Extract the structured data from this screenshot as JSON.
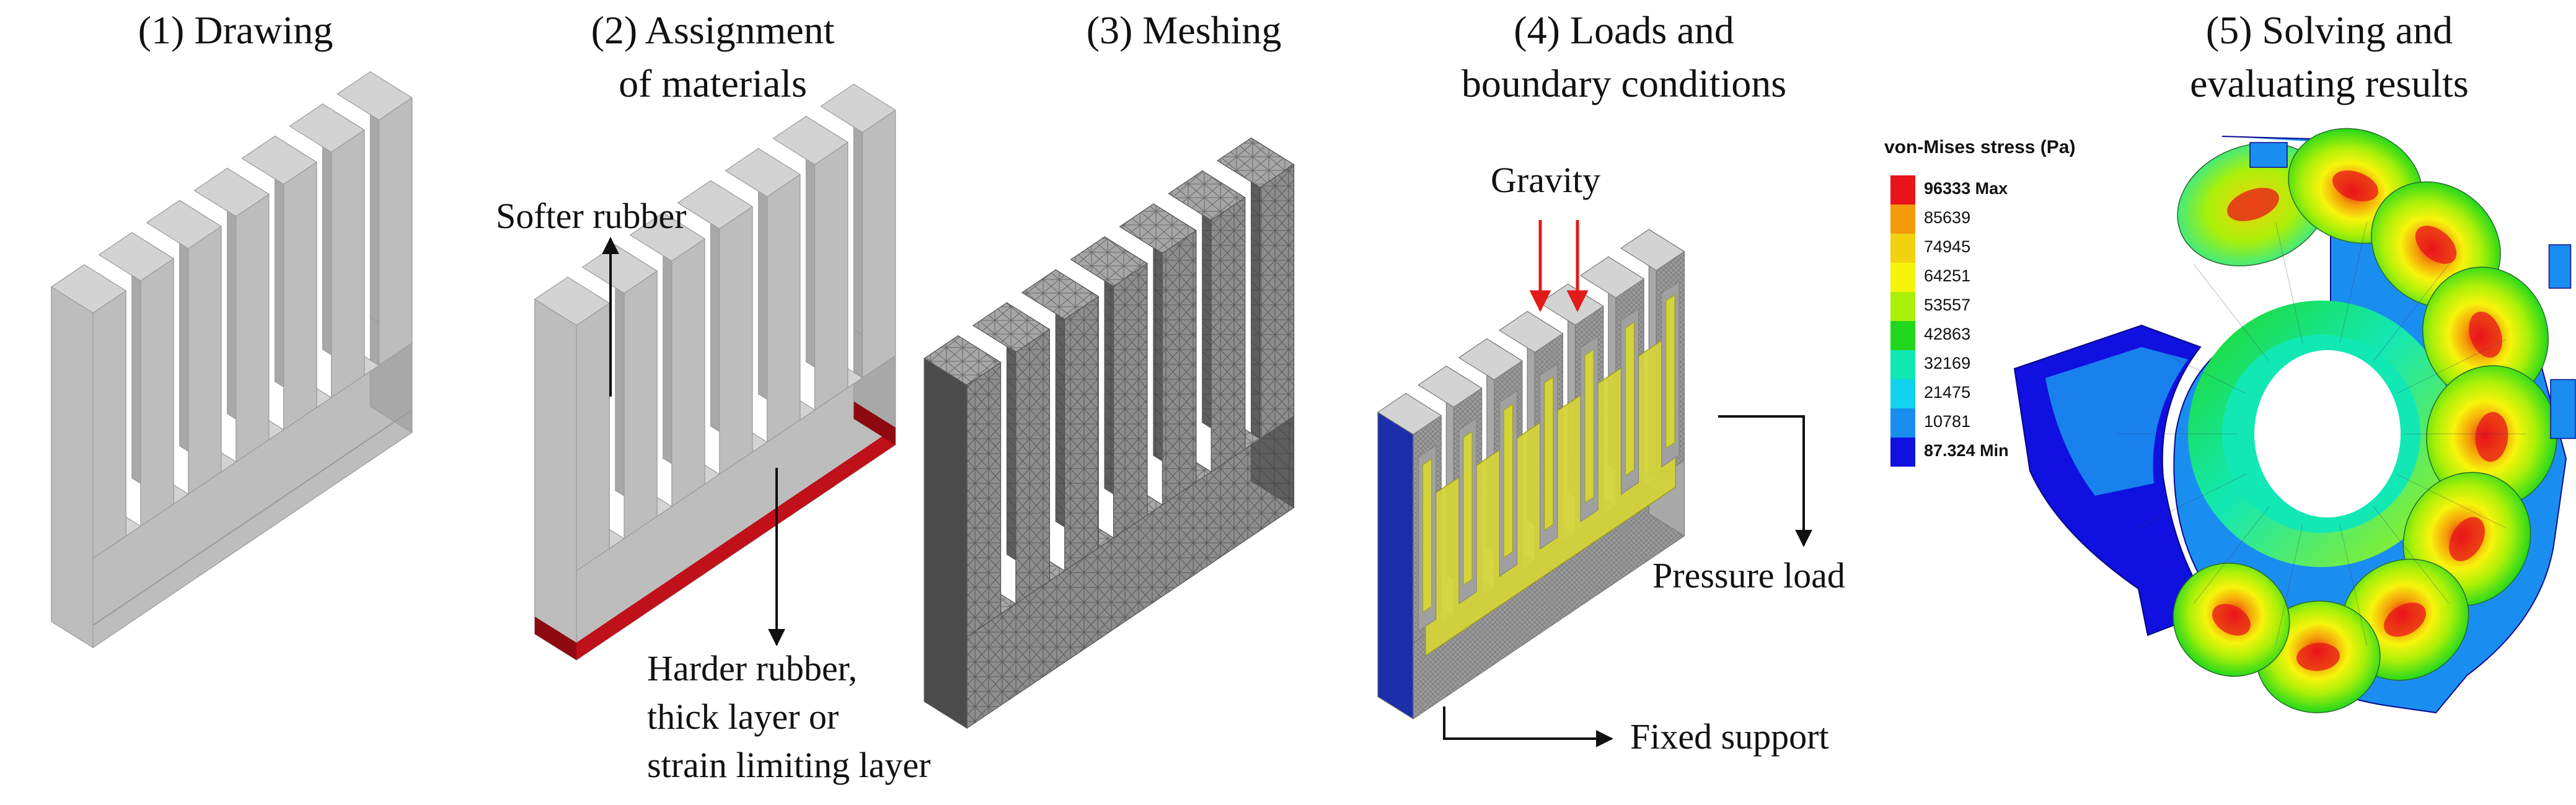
{
  "panels": [
    {
      "title_lines": [
        "(1) Drawing"
      ]
    },
    {
      "title_lines": [
        "(2) Assignment",
        "of materials"
      ]
    },
    {
      "title_lines": [
        "(3) Meshing"
      ]
    },
    {
      "title_lines": [
        "(4) Loads and",
        "boundary conditions"
      ]
    },
    {
      "title_lines": [
        "(5) Solving and",
        "evaluating results"
      ]
    }
  ],
  "labels": {
    "softer_rubber": "Softer rubber",
    "harder_rubber_lines": [
      "Harder rubber,",
      "thick layer or",
      "strain limiting layer"
    ],
    "gravity": "Gravity",
    "pressure_load": "Pressure load",
    "fixed_support": "Fixed support"
  },
  "legend": {
    "title": "von-Mises stress (Pa)",
    "items": [
      {
        "label": "96333 Max",
        "color": "#e8141a",
        "bold": true
      },
      {
        "label": "85639",
        "color": "#f59a0a",
        "bold": false
      },
      {
        "label": "74945",
        "color": "#f2d20e",
        "bold": false
      },
      {
        "label": "64251",
        "color": "#f7f40c",
        "bold": false
      },
      {
        "label": "53557",
        "color": "#aaf008",
        "bold": false
      },
      {
        "label": "42863",
        "color": "#22d81c",
        "bold": false
      },
      {
        "label": "32169",
        "color": "#12e8b4",
        "bold": false
      },
      {
        "label": "21475",
        "color": "#10d4ee",
        "bold": false
      },
      {
        "label": "10781",
        "color": "#1a8ef0",
        "bold": false
      },
      {
        "label": "87.324 Min",
        "color": "#1010e0",
        "bold": true
      }
    ]
  },
  "colors": {
    "gray_top": "#d3d3d3",
    "gray_front": "#bdbdbd",
    "gray_side": "#a8a8a8",
    "rubber_red": "#c0101a",
    "mesh_top": "#a6a6a6",
    "mesh_front": "#8d8d8d",
    "mesh_side": "#5e5e5e",
    "pressure_yellow": "#d4d43a",
    "support_blue": "#1c2ea8",
    "arrow_red": "#e31a1a"
  }
}
